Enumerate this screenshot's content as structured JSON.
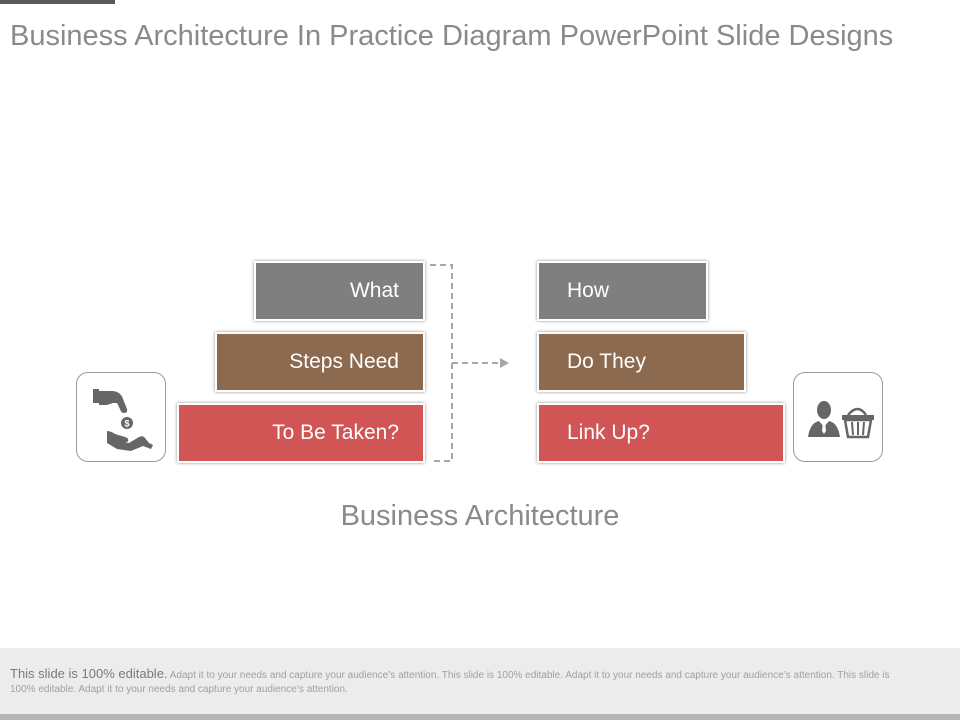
{
  "slide": {
    "title": "Business Architecture In Practice Diagram PowerPoint Slide Designs",
    "center_label": "Business Architecture"
  },
  "left_stack": [
    {
      "label": "What",
      "color": "#7f7f7f"
    },
    {
      "label": "Steps Need",
      "color": "#8b6a50"
    },
    {
      "label": "To Be Taken?",
      "color": "#d25555"
    }
  ],
  "right_stack": [
    {
      "label": "How",
      "color": "#7f7f7f"
    },
    {
      "label": "Do They",
      "color": "#8b6a50"
    },
    {
      "label": "Link Up?",
      "color": "#d25555"
    }
  ],
  "icons": {
    "left": "hand-coin-icon",
    "right": "customer-basket-icon"
  },
  "footer": {
    "lead": "This slide is 100% editable.",
    "body": "Adapt it to your needs and capture your audience’s attention. This slide is 100% editable. Adapt it to your needs and capture your audience’s attention. This slide is 100% editable. Adapt it to your needs and capture your audience’s attention."
  }
}
